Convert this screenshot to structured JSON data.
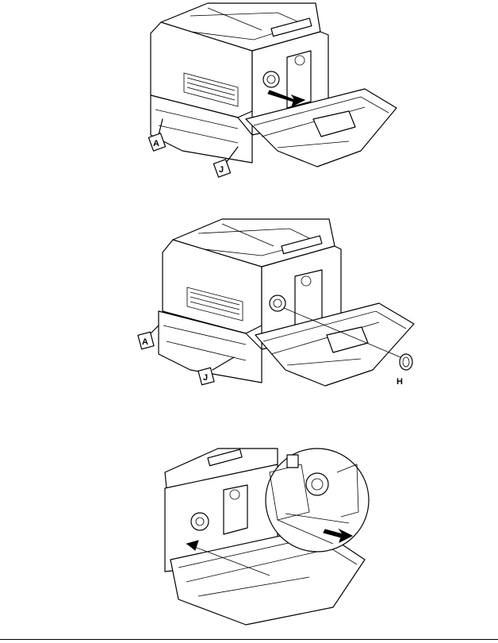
{
  "figures": [
    {
      "id": "fig1",
      "callouts": [
        "A",
        "J"
      ]
    },
    {
      "id": "fig2",
      "callouts": [
        "A",
        "J",
        "H"
      ]
    },
    {
      "id": "fig3",
      "callouts": []
    }
  ],
  "labels": {
    "fig1_a": "A",
    "fig1_j": "J",
    "fig2_a": "A",
    "fig2_j": "J",
    "fig2_h": "H"
  }
}
